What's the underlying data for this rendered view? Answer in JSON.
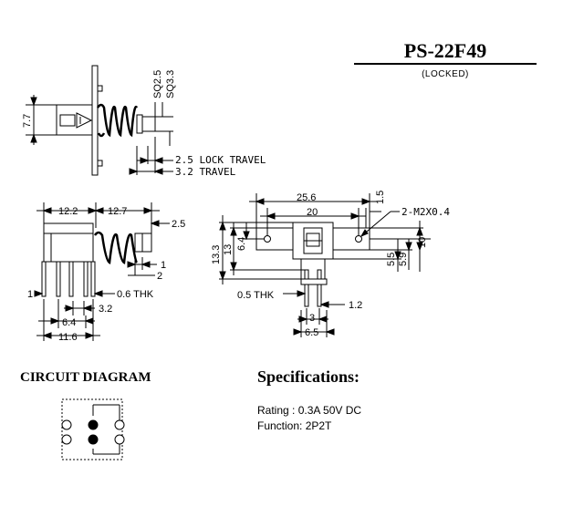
{
  "header": {
    "part_number": "PS-22F49",
    "variant": "(LOCKED)"
  },
  "side_view": {
    "height_dim": "7.7",
    "shaft_sq_small": "SQ2.5",
    "shaft_sq_large": "SQ3.3",
    "lock_travel": "2.5 LOCK TRAVEL",
    "travel": "3.2 TRAVEL"
  },
  "front_view": {
    "body_width": "12.2",
    "shaft_length": "12.7",
    "shaft_height": "2.5",
    "dim_1": "1",
    "dim_2": "2",
    "pin_pitch_left": "1",
    "pin_thickness": "0.6 THK",
    "pin_spacing": "3.2",
    "pin_row": "6.4",
    "overall_width": "11.6"
  },
  "top_view": {
    "overall_length": "25.6",
    "hole_spacing": "20",
    "slot_width": "1.5",
    "screw": "2-M2X0.4",
    "height_13_3": "13.3",
    "height_13": "13",
    "height_6_4": "6.4",
    "height_5_5": "5.5",
    "height_5_9": "5.9",
    "height_10": "10",
    "thickness": "0.5 THK",
    "terminal_width": "1.2",
    "terminal_spacing": "3",
    "terminal_span": "6.5"
  },
  "circuit": {
    "title": "CIRCUIT DIAGRAM"
  },
  "specs": {
    "title": "Specifications:",
    "rating": "Rating : 0.3A 50V DC",
    "function": "Function: 2P2T"
  }
}
